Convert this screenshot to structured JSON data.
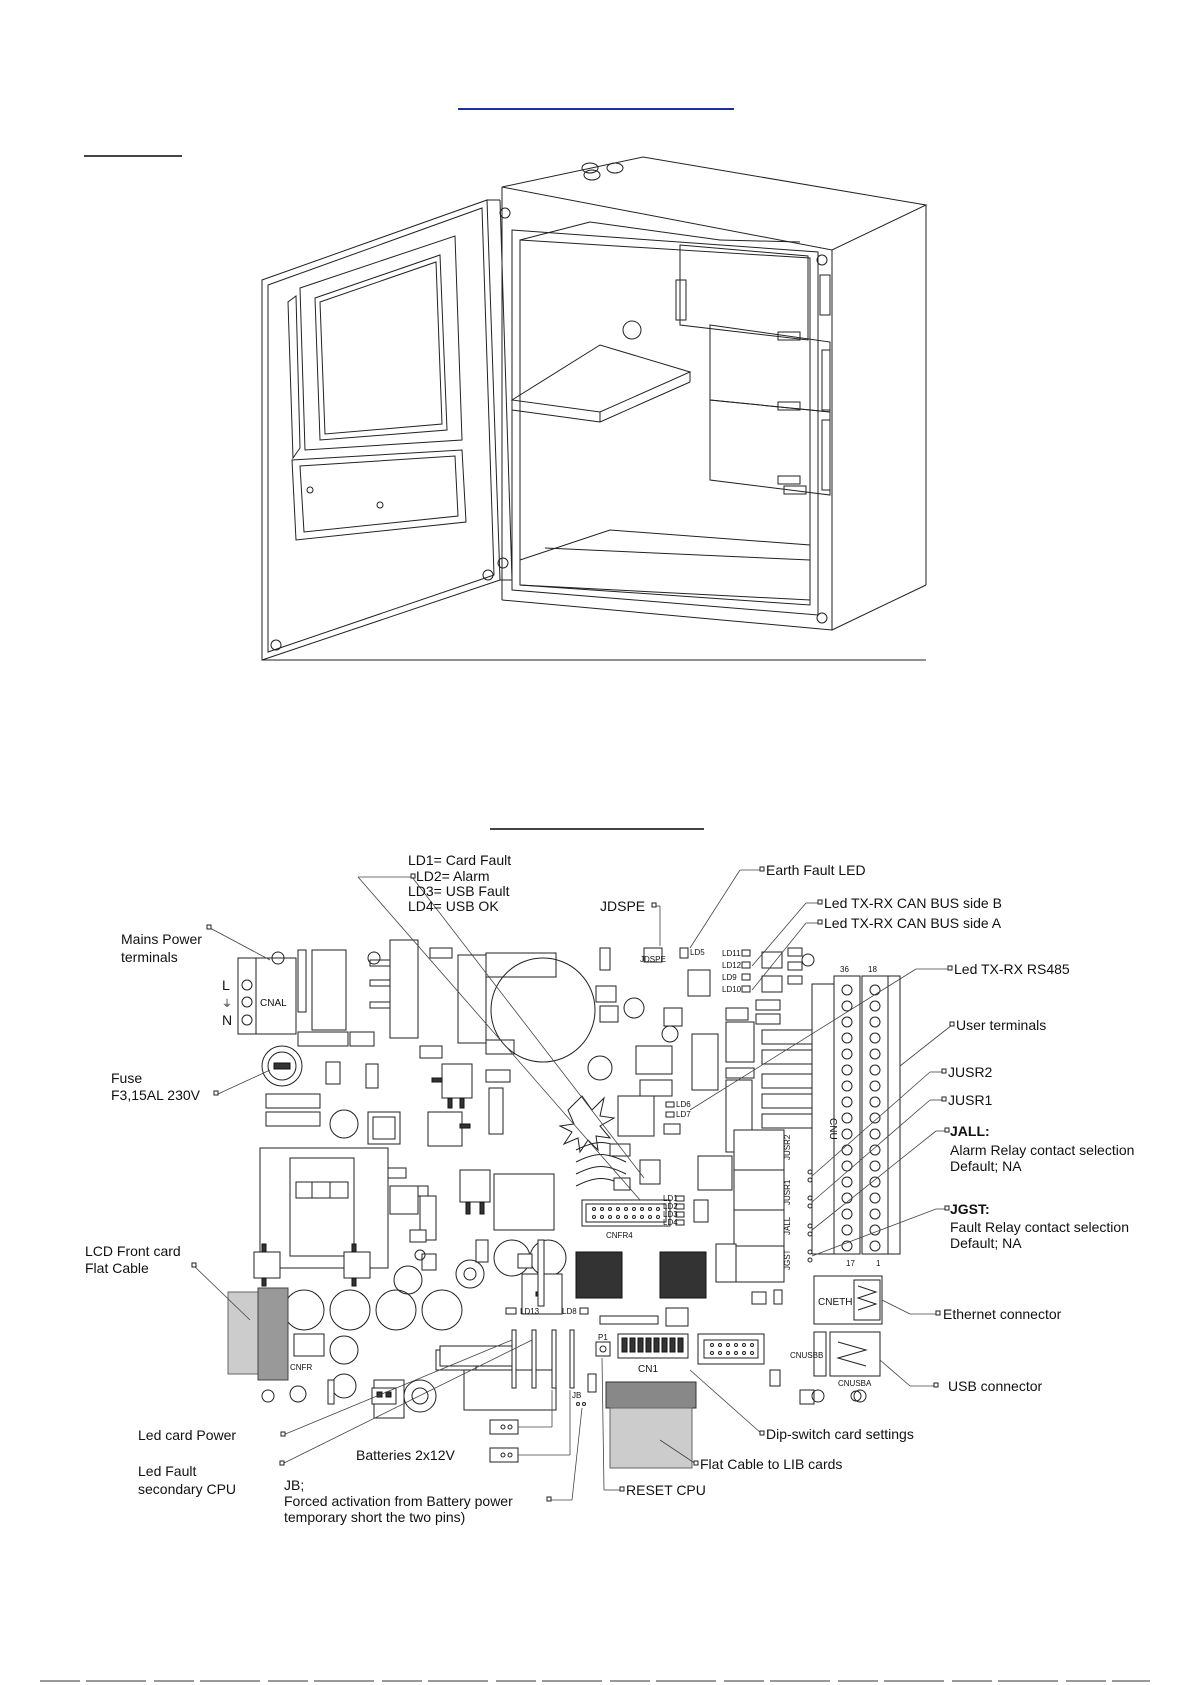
{
  "colors": {
    "line": "#222222",
    "paper": "#ffffff",
    "cable": "#aaaaaa"
  },
  "board": {
    "cnal": "CNAL",
    "cnal_terminals": [
      "L",
      "⏚",
      "N"
    ],
    "cnfr": "CNFR",
    "cnfr4": "CNFR4",
    "cn1": "CN1",
    "cnu": "CNU",
    "cneth": "CNETH",
    "cnusbb": "CNUSBB",
    "cnusba": "CNUSBA",
    "jdspe": "JDSPE",
    "jb": "JB",
    "p1": "P1",
    "term_36": "36",
    "term_18": "18",
    "term_17": "17",
    "term_1": "1",
    "ld_left": [
      "LD1",
      "LD2",
      "LD3",
      "LD4"
    ],
    "ld_right": [
      "LD11",
      "LD12",
      "LD9",
      "LD10"
    ],
    "ld5": "LD5",
    "ld6": "LD6",
    "ld7": "LD7",
    "ld13": "LD13",
    "ld8": "LD8",
    "jumpers": [
      "JUSR2",
      "JUSR1",
      "JALL",
      "JGST"
    ]
  },
  "labels": {
    "ld_legend": [
      "LD1= Card Fault",
      "LD2= Alarm",
      "LD3= USB Fault",
      "LD4= USB OK"
    ],
    "jdspe": "JDSPE",
    "earth_fault": "Earth Fault LED",
    "can_b": "Led TX-RX CAN BUS side B",
    "can_a": "Led TX-RX CAN BUS side A",
    "mains": [
      "Mains Power",
      "terminals"
    ],
    "rs485": "Led TX-RX RS485",
    "user_terminals": "User terminals",
    "fuse": [
      "Fuse",
      "F3,15AL 230V"
    ],
    "jusr2": "JUSR2",
    "jusr1": "JUSR1",
    "jall_title": "JALL:",
    "jall_desc": [
      "Alarm Relay contact selection",
      "Default; NA"
    ],
    "jgst_title": "JGST:",
    "jgst_desc": [
      "Fault Relay contact selection",
      "Default; NA"
    ],
    "lcd": [
      "LCD Front card",
      "Flat Cable"
    ],
    "ethernet": "Ethernet connector",
    "usb": "USB connector",
    "led_card_power": "Led card Power",
    "dip": "Dip-switch card settings",
    "led_fault": [
      "Led Fault",
      "secondary CPU"
    ],
    "batteries": "Batteries 2x12V",
    "flat_lib": "Flat Cable to LIB cards",
    "jb": [
      "JB;",
      "Forced activation from Battery power",
      "temporary short the two pins)"
    ],
    "reset": "RESET CPU"
  }
}
